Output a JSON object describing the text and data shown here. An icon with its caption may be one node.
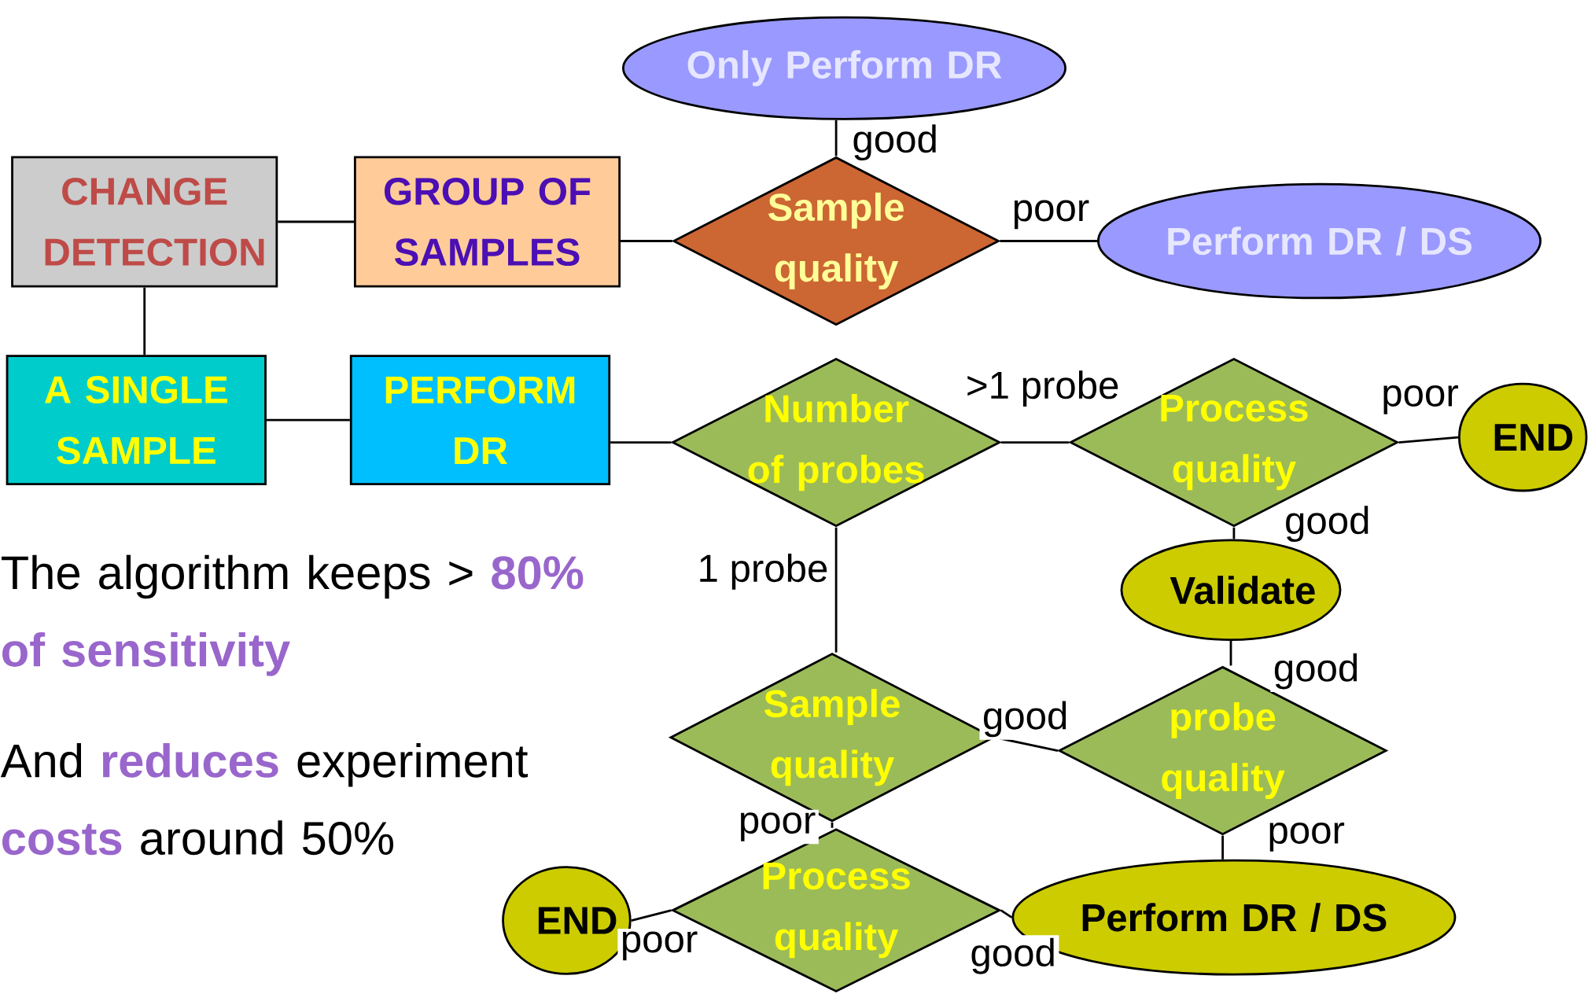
{
  "diagram": {
    "nodes": [
      {
        "text": [
          "Only Perform DR"
        ]
      },
      {
        "text": [
          "CHANGE DETECTION"
        ]
      },
      {
        "text": [
          "GROUP OF SAMPLES"
        ]
      },
      {
        "text": [
          "Sample quality"
        ]
      },
      {
        "text": [
          "Perform DR / DS"
        ]
      },
      {
        "text": [
          "A SINGLE SAMPLE"
        ]
      },
      {
        "text": [
          "PERFORM DR"
        ]
      },
      {
        "text": [
          "Number of probes"
        ]
      },
      {
        "text": [
          "Process quality"
        ]
      },
      {
        "text": [
          "END"
        ]
      },
      {
        "text": [
          "Validate"
        ]
      },
      {
        "text": [
          "Sample quality"
        ]
      },
      {
        "text": [
          "probe quality"
        ]
      },
      {
        "text": [
          "Process quality"
        ]
      },
      {
        "text": [
          "END"
        ]
      },
      {
        "text": [
          "Perform DR / DS"
        ]
      }
    ],
    "edges": [
      {
        "from": 3,
        "to": 0,
        "arrow": "none",
        "label": "good"
      },
      {
        "from": 1,
        "to": 2,
        "arrow": "none"
      },
      {
        "from": 2,
        "to": 3,
        "arrow": "none"
      },
      {
        "from": 3,
        "to": 4,
        "arrow": "none",
        "label": "poor"
      },
      {
        "from": 1,
        "to": 5,
        "arrow": "none"
      },
      {
        "from": 5,
        "to": 6,
        "arrow": "none"
      },
      {
        "from": 6,
        "to": 7,
        "arrow": "none"
      },
      {
        "from": 7,
        "to": 8,
        "arrow": "none",
        "label": ">1 probe"
      },
      {
        "from": 8,
        "to": 9,
        "arrow": "none",
        "label": "poor"
      },
      {
        "from": 8,
        "to": 10,
        "arrow": "none",
        "label": "good"
      },
      {
        "from": 7,
        "to": 11,
        "arrow": "none",
        "label": "1 probe"
      },
      {
        "from": 10,
        "to": 12,
        "arrow": "none",
        "label": "good"
      },
      {
        "from": 11,
        "to": 12,
        "arrow": "none",
        "label": "good"
      },
      {
        "from": 12,
        "to": 15,
        "arrow": "none",
        "label": "poor"
      },
      {
        "from": 11,
        "to": 13,
        "arrow": "none",
        "label": "poor"
      },
      {
        "from": 13,
        "to": 14,
        "arrow": "none",
        "label": "poor"
      },
      {
        "from": 13,
        "to": 15,
        "arrow": "none",
        "label": "good"
      }
    ],
    "labels": [
      "The algorithm keeps  > **80% of sensitivity**",
      "And **reduces** experiment **costs** around 50%"
    ]
  }
}
